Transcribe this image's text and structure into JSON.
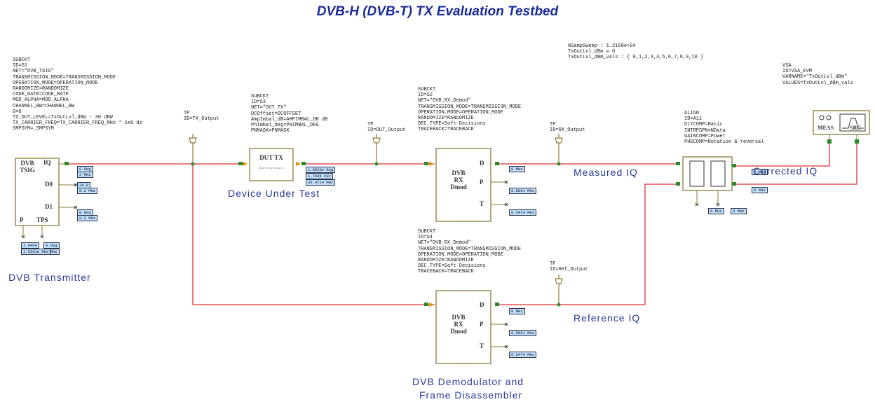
{
  "title": "DVB-H (DVB-T) TX Evaluation Testbed",
  "sweep": {
    "lines": [
      "NSampSweep : 1.2160e+04",
      "TxOutLvl_dBm = 0",
      "TxOutLvl_dBm_vals : { 0,1,2,3,4,5,6,7,8,9,10 }"
    ]
  },
  "tx_block": {
    "params": [
      "SUBCKT",
      "ID=S1",
      "NET=\"DVB_TSIG\"",
      "TRANSMISSION_MODE=TRANSMISSION_MODE",
      "OPERATION_MODE=OPERATION_MODE",
      "RANDOMIZE=RANDOMIZE",
      "CODE_RATE=CODE_RATE",
      "MOD_ALPHA=MOD_ALPHA",
      "CHANNEL_BW=CHANNEL_BW",
      "G=G",
      "TX_OUT_LEVEL=TxOutLvl_dBm - 30 dBW",
      "TX_CARRIER_FREQ=TX_CARRIER_FREQ_MHz * 1e6 Hz",
      "SMPSYM=_SMPSYM"
    ],
    "name": "DVB\nTSIG",
    "ports": {
      "iq": "IQ",
      "d0": "D0",
      "d1": "D1",
      "p": "P",
      "tps": "TPS"
    },
    "label": "DVB Transmitter",
    "annotations": [
      "0 Deg",
      "2 MHz",
      "34.8",
      "8.2 MHz",
      "0 Deg",
      "8.2 MHz",
      "0 Deg",
      "8 MHz",
      "1.6404",
      "1.5361e MHz"
    ]
  },
  "dut_block": {
    "params": [
      "SUBCKT",
      "ID=S3",
      "NET=\"DUT TX\"",
      "DCOffset=DCOFFSET",
      "AmpImbal_dB=AMPIMBAL_DB dB",
      "PhImbal_deg=PHIMBAL_DEG",
      "PNMASK=PNMASK"
    ],
    "name": "DUT TX",
    "label": "Device Under Test",
    "annotations": [
      "1.5536e Deg",
      "1.7446 kHz",
      "33.4714 MHz"
    ]
  },
  "rx1_block": {
    "params": [
      "SUBCKT",
      "ID=S2",
      "NET=\"DVB_RX_Demod\"",
      "TRANSMISSION_MODE=TRANSMISSION_MODE",
      "OPERATION_MODE=OPERATION_MODE",
      "RANDOMIZE=RANDOMIZE",
      "DEC_TYPE=Soft Decisions",
      "TRACEBACK=TRACEBACK"
    ],
    "name": "DVB\nRX\nDmod",
    "ports": {
      "d": "D",
      "p": "P",
      "t": "T"
    },
    "annotations": [
      "8 MHz",
      "0.5861 MHz",
      "0.5474 MHz"
    ]
  },
  "rx2_block": {
    "params": [
      "SUBCKT",
      "ID=S4",
      "NET=\"DVB_RX_Demod\"",
      "TRANSMISSION_MODE=TRANSMISSION_MODE",
      "OPERATION_MODE=OPERATION_MODE",
      "RANDOMIZE=RANDOMIZE",
      "DEC_TYPE=Soft Decisions",
      "TRACEBACK=TRACEBACK"
    ],
    "name": "DVB\nRX\nDmod",
    "ports": {
      "d": "D",
      "p": "P",
      "t": "T"
    },
    "annotations": [
      "8 MHz",
      "0.5861 MHz",
      "0.5474 MHz"
    ],
    "label_line1": "DVB Demodulator and",
    "label_line2": "Frame Disassembler"
  },
  "tps": {
    "tx": [
      "TP",
      "ID=TX_Output"
    ],
    "dut": [
      "TP",
      "ID=DUT_Output"
    ],
    "rx": [
      "TP",
      "ID=RX_Output"
    ],
    "ref": [
      "TP",
      "ID=Ref_Output"
    ]
  },
  "align_block": {
    "params": [
      "ALIGN",
      "ID=A11",
      "DLYCOMP=Basic",
      "INTRPSPN=NData",
      "GAINCOMP=Power",
      "PHSCOMP=Rotation & reversal"
    ],
    "annotations": [
      "8 MHz",
      "8 MHz",
      "8 MHz",
      "8 MHz"
    ]
  },
  "vsa_block": {
    "params": [
      "VSA",
      "ID=VSA_EVM",
      "VARNAME=\"TxOutLvl_dBm\"",
      "VALUES=TxOutLvl_dBm_vals"
    ],
    "meas": "MEAS",
    "src": "SRC"
  },
  "labels": {
    "measured": "Measured IQ",
    "corrected": "Corrected IQ",
    "reference": "Reference IQ"
  },
  "colors": {
    "wire": "#e03030",
    "block": "#8b7a3a",
    "node": "#2a8a2a",
    "title": "#1a2a9a",
    "annotation_fill": "#bfe0ff"
  }
}
